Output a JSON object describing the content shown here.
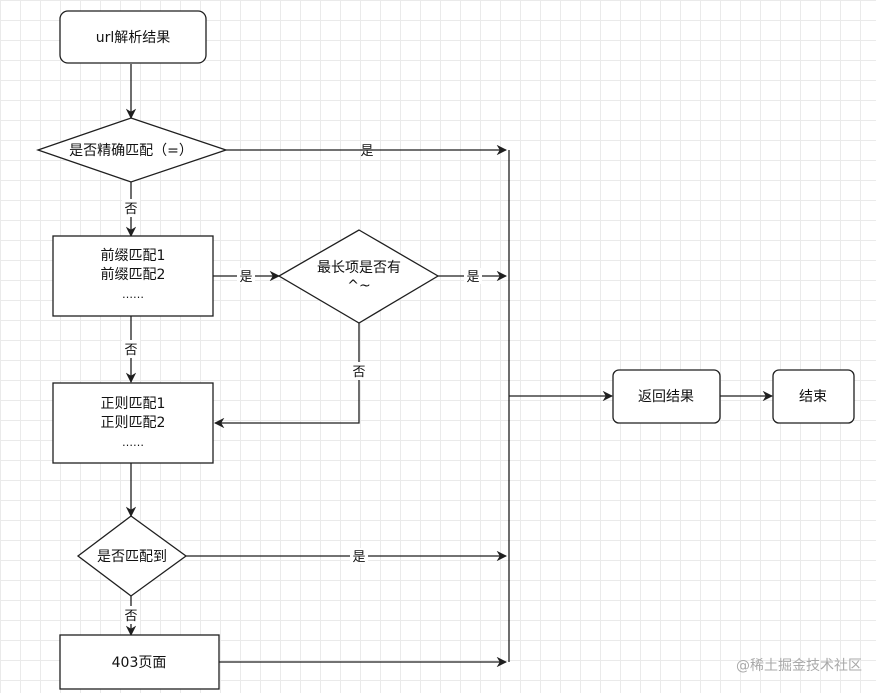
{
  "nodes": {
    "start": "url解析结果",
    "exact_match": "是否精确匹配（=）",
    "prefix_line1": "前缀匹配1",
    "prefix_line2": "前缀匹配2",
    "prefix_ellipsis": "……",
    "longest_line1": "最长项是否有",
    "longest_line2": "^~",
    "regex_line1": "正则匹配1",
    "regex_line2": "正则匹配2",
    "regex_ellipsis": "……",
    "matched": "是否匹配到",
    "page403": "403页面",
    "return_result": "返回结果",
    "end": "结束"
  },
  "edge_labels": {
    "exact_yes": "是",
    "exact_no": "否",
    "prefix_yes": "是",
    "prefix_no": "否",
    "longest_yes": "是",
    "longest_no": "否",
    "matched_yes": "是",
    "matched_no": "否"
  },
  "watermark": "@稀土掘金技术社区"
}
